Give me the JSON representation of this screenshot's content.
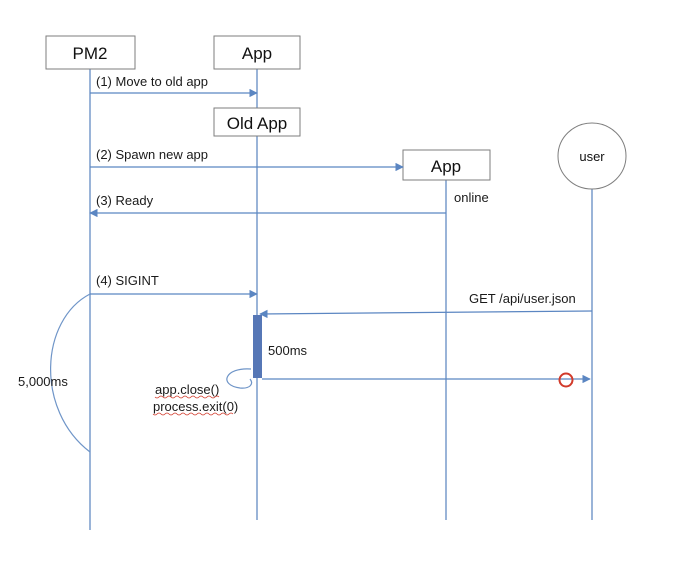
{
  "participants": {
    "pm2": "PM2",
    "app_old": "App",
    "old_app": "Old App",
    "app_new": "App",
    "user": "user"
  },
  "messages": {
    "m1": "(1) Move to old app",
    "m2": "(2) Spawn new app",
    "m3": "(3) Ready",
    "m4": "(4) SIGINT",
    "request": "GET /api/user.json"
  },
  "notes": {
    "online": "online",
    "activation_duration": "500ms",
    "kill_timeout": "5,000ms",
    "close_call": "app.close()",
    "exit_call": "process.exit(0)"
  },
  "colors": {
    "line": "#6f95c8",
    "arrow": "#5b86c2",
    "activation": "#5677b6",
    "box_border": "#7e7e7e",
    "failure_mark": "#d23a2a",
    "squiggle": "#d23a2a"
  }
}
